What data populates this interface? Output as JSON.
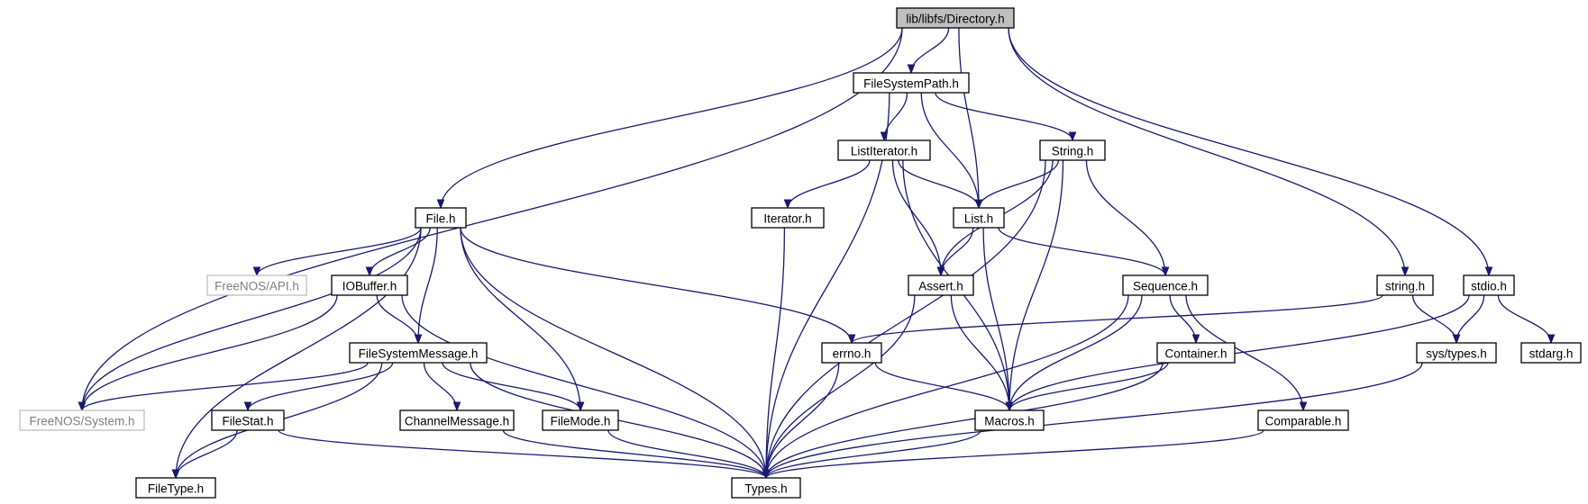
{
  "colors": {
    "edge": "#191970",
    "root_fill": "#bfbfbf",
    "node_border": "#000000",
    "external_border": "#bfbfbf",
    "external_text": "#7f7f7f"
  },
  "nodes": [
    {
      "id": "directory_h",
      "label": "lib/libfs/Directory.h",
      "kind": "root"
    },
    {
      "id": "filesystempath_h",
      "label": "FileSystemPath.h",
      "kind": "normal"
    },
    {
      "id": "listiterator_h",
      "label": "ListIterator.h",
      "kind": "normal"
    },
    {
      "id": "string_cap_h",
      "label": "String.h",
      "kind": "normal"
    },
    {
      "id": "file_h",
      "label": "File.h",
      "kind": "normal"
    },
    {
      "id": "iterator_h",
      "label": "Iterator.h",
      "kind": "normal"
    },
    {
      "id": "list_h",
      "label": "List.h",
      "kind": "normal"
    },
    {
      "id": "freenos_api_h",
      "label": "FreeNOS/API.h",
      "kind": "external"
    },
    {
      "id": "iobuffer_h",
      "label": "IOBuffer.h",
      "kind": "normal"
    },
    {
      "id": "assert_h",
      "label": "Assert.h",
      "kind": "normal"
    },
    {
      "id": "sequence_h",
      "label": "Sequence.h",
      "kind": "normal"
    },
    {
      "id": "string_lower_h",
      "label": "string.h",
      "kind": "normal"
    },
    {
      "id": "stdio_h",
      "label": "stdio.h",
      "kind": "normal"
    },
    {
      "id": "filesystemmessage_h",
      "label": "FileSystemMessage.h",
      "kind": "normal"
    },
    {
      "id": "errno_h",
      "label": "errno.h",
      "kind": "normal"
    },
    {
      "id": "container_h",
      "label": "Container.h",
      "kind": "normal"
    },
    {
      "id": "sys_types_h",
      "label": "sys/types.h",
      "kind": "normal"
    },
    {
      "id": "stdarg_h",
      "label": "stdarg.h",
      "kind": "normal"
    },
    {
      "id": "freenos_system_h",
      "label": "FreeNOS/System.h",
      "kind": "external"
    },
    {
      "id": "filestat_h",
      "label": "FileStat.h",
      "kind": "normal"
    },
    {
      "id": "channelmessage_h",
      "label": "ChannelMessage.h",
      "kind": "normal"
    },
    {
      "id": "filemode_h",
      "label": "FileMode.h",
      "kind": "normal"
    },
    {
      "id": "macros_h",
      "label": "Macros.h",
      "kind": "normal"
    },
    {
      "id": "comparable_h",
      "label": "Comparable.h",
      "kind": "normal"
    },
    {
      "id": "filetype_h",
      "label": "FileType.h",
      "kind": "normal"
    },
    {
      "id": "types_h",
      "label": "Types.h",
      "kind": "normal"
    }
  ],
  "edges": [
    [
      "directory_h",
      "filesystempath_h"
    ],
    [
      "directory_h",
      "list_h"
    ],
    [
      "directory_h",
      "file_h"
    ],
    [
      "directory_h",
      "freenos_system_h"
    ],
    [
      "directory_h",
      "string_lower_h"
    ],
    [
      "directory_h",
      "stdio_h"
    ],
    [
      "filesystempath_h",
      "listiterator_h"
    ],
    [
      "filesystempath_h",
      "list_h"
    ],
    [
      "filesystempath_h",
      "string_cap_h"
    ],
    [
      "filesystempath_h",
      "types_h"
    ],
    [
      "listiterator_h",
      "iterator_h"
    ],
    [
      "listiterator_h",
      "list_h"
    ],
    [
      "listiterator_h",
      "assert_h"
    ],
    [
      "listiterator_h",
      "macros_h"
    ],
    [
      "string_cap_h",
      "list_h"
    ],
    [
      "string_cap_h",
      "assert_h"
    ],
    [
      "string_cap_h",
      "sequence_h"
    ],
    [
      "string_cap_h",
      "macros_h"
    ],
    [
      "string_cap_h",
      "types_h"
    ],
    [
      "iterator_h",
      "types_h"
    ],
    [
      "list_h",
      "assert_h"
    ],
    [
      "list_h",
      "sequence_h"
    ],
    [
      "list_h",
      "macros_h"
    ],
    [
      "file_h",
      "freenos_api_h"
    ],
    [
      "file_h",
      "iobuffer_h"
    ],
    [
      "file_h",
      "filesystemmessage_h"
    ],
    [
      "file_h",
      "errno_h"
    ],
    [
      "file_h",
      "filemode_h"
    ],
    [
      "file_h",
      "freenos_system_h"
    ],
    [
      "file_h",
      "filetype_h"
    ],
    [
      "file_h",
      "types_h"
    ],
    [
      "iobuffer_h",
      "filesystemmessage_h"
    ],
    [
      "iobuffer_h",
      "freenos_system_h"
    ],
    [
      "iobuffer_h",
      "types_h"
    ],
    [
      "assert_h",
      "macros_h"
    ],
    [
      "assert_h",
      "types_h"
    ],
    [
      "sequence_h",
      "container_h"
    ],
    [
      "sequence_h",
      "comparable_h"
    ],
    [
      "sequence_h",
      "macros_h"
    ],
    [
      "sequence_h",
      "types_h"
    ],
    [
      "string_lower_h",
      "sys_types_h"
    ],
    [
      "string_lower_h",
      "errno_h"
    ],
    [
      "stdio_h",
      "sys_types_h"
    ],
    [
      "stdio_h",
      "stdarg_h"
    ],
    [
      "stdio_h",
      "macros_h"
    ],
    [
      "filesystemmessage_h",
      "freenos_system_h"
    ],
    [
      "filesystemmessage_h",
      "filestat_h"
    ],
    [
      "filesystemmessage_h",
      "channelmessage_h"
    ],
    [
      "filesystemmessage_h",
      "filemode_h"
    ],
    [
      "filesystemmessage_h",
      "filetype_h"
    ],
    [
      "filesystemmessage_h",
      "types_h"
    ],
    [
      "errno_h",
      "macros_h"
    ],
    [
      "errno_h",
      "types_h"
    ],
    [
      "container_h",
      "macros_h"
    ],
    [
      "container_h",
      "types_h"
    ],
    [
      "sys_types_h",
      "types_h"
    ],
    [
      "filestat_h",
      "filetype_h"
    ],
    [
      "filestat_h",
      "types_h"
    ],
    [
      "channelmessage_h",
      "types_h"
    ],
    [
      "filemode_h",
      "types_h"
    ],
    [
      "macros_h",
      "types_h"
    ],
    [
      "comparable_h",
      "types_h"
    ]
  ]
}
